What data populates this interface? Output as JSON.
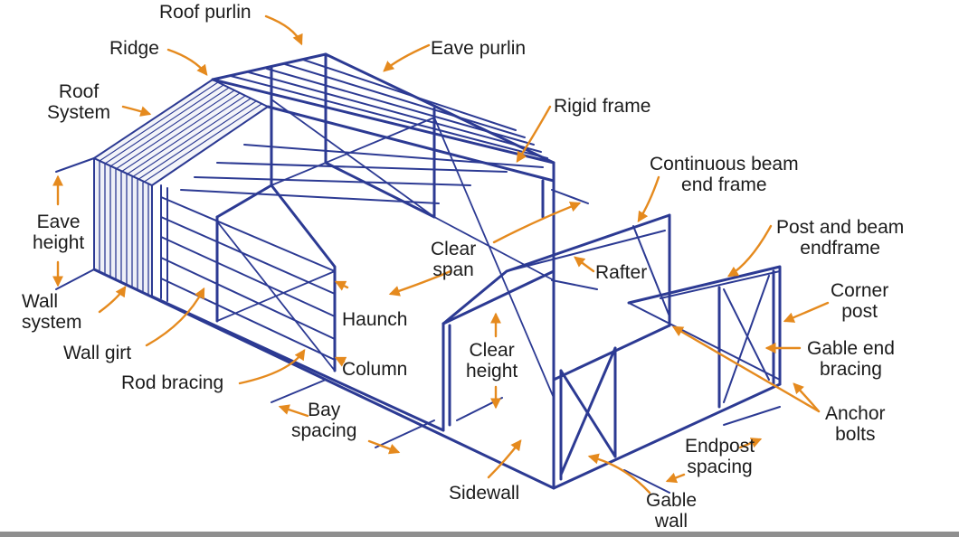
{
  "colors": {
    "steel": "#2c3a93",
    "arrow": "#e58a1e",
    "text": "#1c1c1c",
    "background": "#ffffff"
  },
  "labels": {
    "roof_purlin": "Roof purlin",
    "ridge": "Ridge",
    "eave_purlin": "Eave purlin",
    "roof_system": [
      "Roof",
      "System"
    ],
    "rigid_frame": "Rigid frame",
    "continuous_beam_end_frame": [
      "Continuous beam",
      "end frame"
    ],
    "eave_height": [
      "Eave",
      "height"
    ],
    "post_and_beam_endframe": [
      "Post and beam",
      "endframe"
    ],
    "clear_span": [
      "Clear",
      "span"
    ],
    "rafter": "Rafter",
    "corner_post": [
      "Corner",
      "post"
    ],
    "wall_system": [
      "Wall",
      "system"
    ],
    "haunch": "Haunch",
    "gable_end_bracing": [
      "Gable end",
      "bracing"
    ],
    "clear_height": [
      "Clear",
      "height"
    ],
    "wall_girt": "Wall girt",
    "column": "Column",
    "rod_bracing": "Rod bracing",
    "anchor_bolts": [
      "Anchor",
      "bolts"
    ],
    "bay_spacing": [
      "Bay",
      "spacing"
    ],
    "endpost_spacing": [
      "Endpost",
      "spacing"
    ],
    "sidewall": "Sidewall",
    "gable_wall": [
      "Gable",
      "wall"
    ]
  }
}
